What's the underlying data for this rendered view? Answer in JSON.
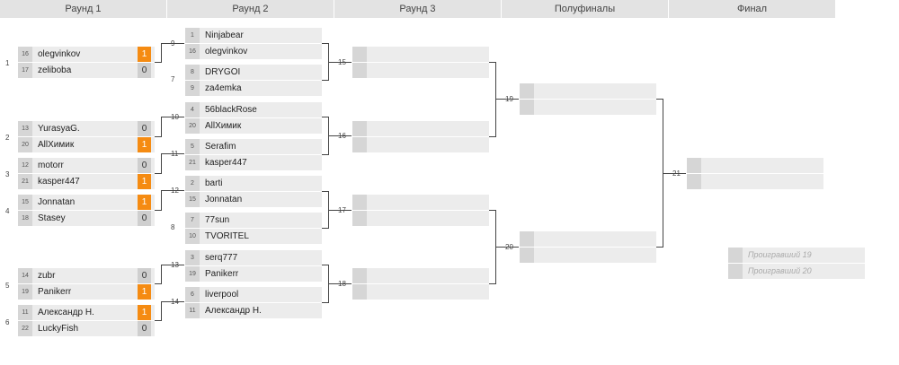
{
  "rounds": [
    "Раунд 1",
    "Раунд 2",
    "Раунд 3",
    "Полуфиналы",
    "Финал"
  ],
  "matches": {
    "m1": {
      "label": "1",
      "p1": {
        "seed": "16",
        "name": "olegvinkov",
        "score": "1"
      },
      "p2": {
        "seed": "17",
        "name": "zeliboba",
        "score": "0"
      }
    },
    "m2": {
      "label": "2",
      "p1": {
        "seed": "13",
        "name": "YurasyaG.",
        "score": "0"
      },
      "p2": {
        "seed": "20",
        "name": "AllХимик",
        "score": "1"
      }
    },
    "m3": {
      "label": "3",
      "p1": {
        "seed": "12",
        "name": "motorr",
        "score": "0"
      },
      "p2": {
        "seed": "21",
        "name": "kasper447",
        "score": "1"
      }
    },
    "m4": {
      "label": "4",
      "p1": {
        "seed": "15",
        "name": "Jonnatan",
        "score": "1"
      },
      "p2": {
        "seed": "18",
        "name": "Stasey",
        "score": "0"
      }
    },
    "m5": {
      "label": "5",
      "p1": {
        "seed": "14",
        "name": "zubr",
        "score": "0"
      },
      "p2": {
        "seed": "19",
        "name": "Panikerr",
        "score": "1"
      }
    },
    "m6": {
      "label": "6",
      "p1": {
        "seed": "11",
        "name": "Александр Н.",
        "score": "1"
      },
      "p2": {
        "seed": "22",
        "name": "LuckyFish",
        "score": "0"
      }
    },
    "m7": {
      "label": "7",
      "p1": {
        "seed": "8",
        "name": "DRYGOI"
      },
      "p2": {
        "seed": "9",
        "name": "za4emka"
      }
    },
    "m8": {
      "label": "8",
      "p1": {
        "seed": "7",
        "name": "77sun"
      },
      "p2": {
        "seed": "10",
        "name": "TVORITEL"
      }
    },
    "m9": {
      "label": "9",
      "p1": {
        "seed": "1",
        "name": "Ninjabear"
      },
      "p2": {
        "seed": "16",
        "name": "olegvinkov"
      }
    },
    "m10": {
      "label": "10",
      "p1": {
        "seed": "4",
        "name": "56blackRose"
      },
      "p2": {
        "seed": "20",
        "name": "AllХимик"
      }
    },
    "m11": {
      "label": "11",
      "p1": {
        "seed": "5",
        "name": "Serafim"
      },
      "p2": {
        "seed": "21",
        "name": "kasper447"
      }
    },
    "m12": {
      "label": "12",
      "p1": {
        "seed": "2",
        "name": "barti"
      },
      "p2": {
        "seed": "15",
        "name": "Jonnatan"
      }
    },
    "m13": {
      "label": "13",
      "p1": {
        "seed": "3",
        "name": "serq777"
      },
      "p2": {
        "seed": "19",
        "name": "Panikerr"
      }
    },
    "m14": {
      "label": "14",
      "p1": {
        "seed": "6",
        "name": "liverpool"
      },
      "p2": {
        "seed": "11",
        "name": "Александр Н."
      }
    },
    "m15": {
      "label": "15"
    },
    "m16": {
      "label": "16"
    },
    "m17": {
      "label": "17"
    },
    "m18": {
      "label": "18"
    },
    "m19": {
      "label": "19"
    },
    "m20": {
      "label": "20"
    },
    "m21": {
      "label": "21"
    },
    "m22": {
      "p1": {
        "name": "Проигравший 19"
      },
      "p2": {
        "name": "Проигравший 20"
      }
    }
  },
  "colors": {
    "winner": "#f58b12",
    "header": "#e3e3e3"
  }
}
